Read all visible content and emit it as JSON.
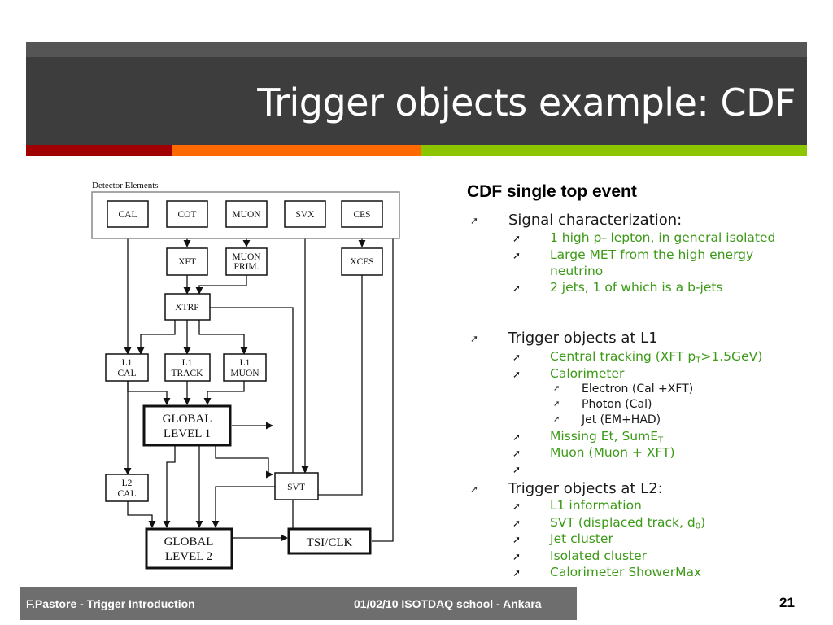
{
  "slide": {
    "title": "Trigger objects example: CDF",
    "colors": {
      "title_bg": "#3d3d3d",
      "stripe_red": "#a00000",
      "stripe_orange": "#ff6a00",
      "stripe_green": "#8dc600",
      "accent_text": "#3c9a17",
      "footer_bg": "#6e6e6e"
    }
  },
  "diagram": {
    "frame_label": "Detector Elements",
    "detectors": [
      "CAL",
      "COT",
      "MUON",
      "SVX",
      "CES"
    ],
    "xft": "XFT",
    "muon_prim": [
      "MUON",
      "PRIM."
    ],
    "xces": "XCES",
    "xtrp": "XTRP",
    "l1_cal": [
      "L1",
      "CAL"
    ],
    "l1_track": [
      "L1",
      "TRACK"
    ],
    "l1_muon": [
      "L1",
      "MUON"
    ],
    "global_l1": [
      "GLOBAL",
      "LEVEL 1"
    ],
    "l2_cal": [
      "L2",
      "CAL"
    ],
    "svt": "SVT",
    "global_l2": [
      "GLOBAL",
      "LEVEL 2"
    ],
    "tsi": "TSI/CLK"
  },
  "content": {
    "heading": "CDF single top event",
    "signal": {
      "label": "Signal characterization:",
      "lepton_pre": "1 high p",
      "lepton_sub": "T",
      "lepton_post": " lepton, in general isolated",
      "met_line1": " Large MET from the high energy",
      "met_line2": "neutrino",
      "jets": "2 jets, 1 of which is a b-jets"
    },
    "l1": {
      "label": "Trigger objects at L1",
      "tracking_pre": "Central tracking (XFT p",
      "tracking_sub": "T",
      "tracking_post": ">1.5GeV)",
      "calorimeter": "Calorimeter",
      "electron": "Electron (Cal +XFT)",
      "photon": "Photon (Cal)",
      "jet": "Jet (EM+HAD)",
      "missing_pre": "Missing Et, SumE",
      "missing_sub": "T",
      "muon": "Muon (Muon + XFT)"
    },
    "l2": {
      "label": "Trigger objects at L2:",
      "l1info": "L1 information",
      "svt_pre": "SVT (displaced track, d",
      "svt_sub": "0",
      "svt_post": ")",
      "jet_cluster": "Jet cluster",
      "iso_cluster": "Isolated cluster",
      "showermax": "Calorimeter ShowerMax"
    }
  },
  "footer": {
    "left": "F.Pastore - Trigger Introduction",
    "mid": "01/02/10 ISOTDAQ school - Ankara",
    "page": "21"
  }
}
